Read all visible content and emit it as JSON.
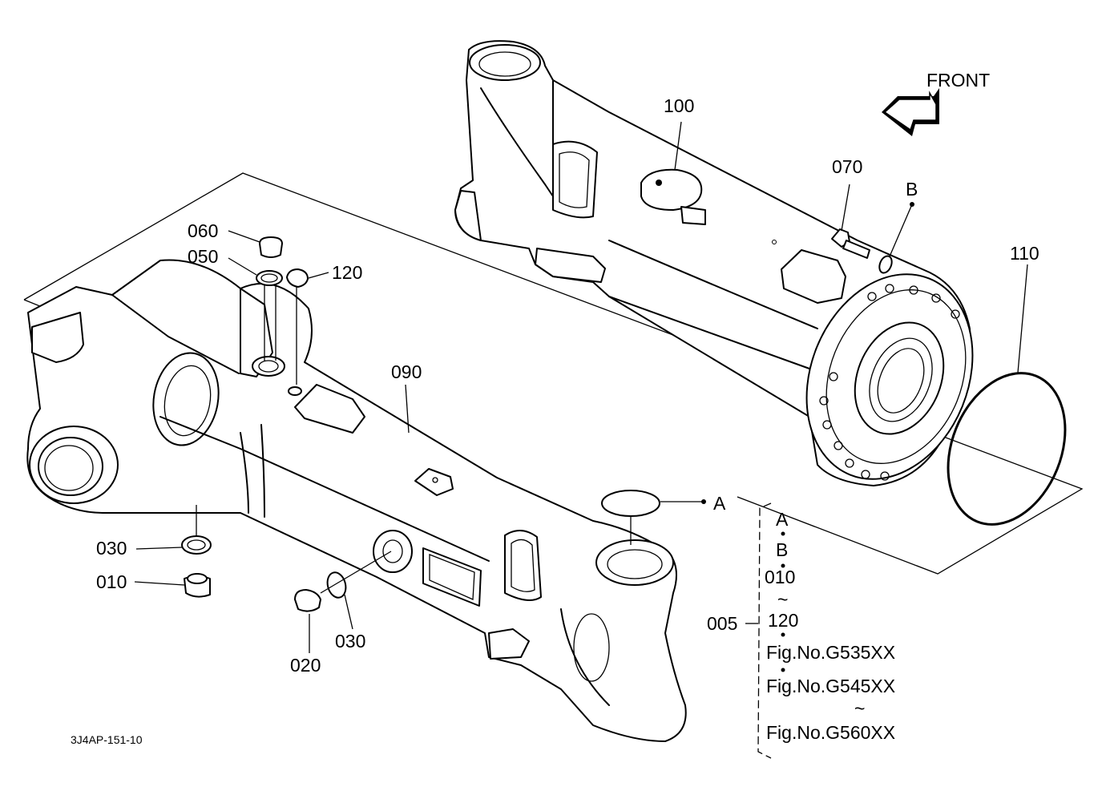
{
  "drawing_id": "3J4AP-151-10",
  "front_label": "FRONT",
  "callouts": {
    "p060": "060",
    "p050": "050",
    "p120": "120",
    "p090": "090",
    "p100": "100",
    "p070": "070",
    "pB": "B",
    "p110": "110",
    "pA": "A",
    "p030a": "030",
    "p010": "010",
    "p020": "020",
    "p030b": "030",
    "p005": "005"
  },
  "kit_note": {
    "line1": "A",
    "line2": "B",
    "line3": "010",
    "tilde1": "~",
    "line4": "120",
    "line5": "Fig.No.G535XX",
    "line6": "Fig.No.G545XX",
    "tilde2": "~",
    "line7": "Fig.No.G560XX"
  }
}
